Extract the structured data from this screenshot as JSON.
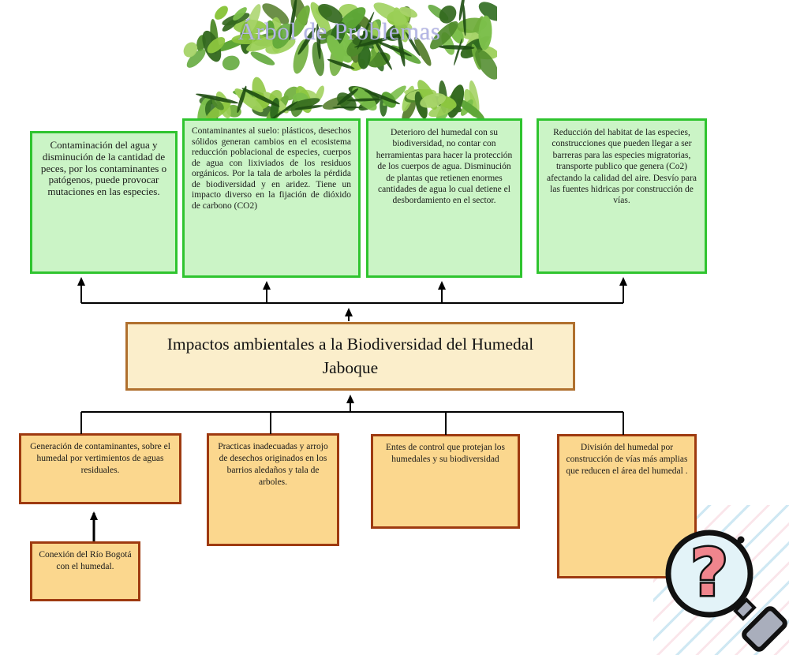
{
  "title": {
    "text": "Árbol de Problemas"
  },
  "effects": [
    {
      "text": "Contaminación del agua y disminución de la cantidad de peces, por los contaminantes o patógenos, puede provocar mutaciones en las especies."
    },
    {
      "text": "Contaminantes al suelo: plásticos, desechos sólidos generan cambios en el ecosistema reducción poblacional de especies, cuerpos de agua con lixiviados de los residuos orgánicos. Por la tala de arboles la pérdida de biodiversidad y en aridez. Tiene un impacto diverso en la fijación de dióxido de carbono (CO2)"
    },
    {
      "text": "Deterioro del humedal con su biodiversidad, no contar con herramientas para hacer la protección de los cuerpos de agua. Disminución de plantas que retienen enormes cantidades de agua lo cual detiene el desbordamiento en el sector."
    },
    {
      "text": "Reducción del habitat de las especies, construcciones que pueden llegar a ser barreras para las especies migratorias, transporte publico que genera (Co2) afectando la calidad del aire. Desvío para las fuentes hidricas por construcción de vías."
    }
  ],
  "central_problem": {
    "text": "Impactos ambientales a la Biodiversidad del Humedal Jaboque"
  },
  "causes": [
    {
      "text": "Generación de contaminantes, sobre el humedal por vertimientos de aguas residuales."
    },
    {
      "text": "Practicas inadecuadas y arrojo de desechos originados en los barrios aledaños y tala de arboles."
    },
    {
      "text": "Entes de control que protejan los humedales y su biodiversidad"
    },
    {
      "text": "División del humedal por construcción de vías más amplias que reducen el área del humedal ."
    }
  ],
  "root_cause": {
    "text": "Conexión del Río Bogotá con el humedal."
  },
  "icons": {
    "magnifier": "magnifying-glass-question-icon",
    "question_glyph": "?"
  },
  "colors": {
    "effect_fill": "#cbf4c6",
    "effect_border": "#2fc42f",
    "central_fill": "#fbeecb",
    "central_border": "#b0702e",
    "cause_fill": "#fbd78e",
    "cause_border": "#9e3a10",
    "title_text": "#b4b6e6",
    "connector": "#000000",
    "question_mark": "#f0858d",
    "lens_fill": "#e3f3f8",
    "handle_fill": "#a9aebc"
  }
}
